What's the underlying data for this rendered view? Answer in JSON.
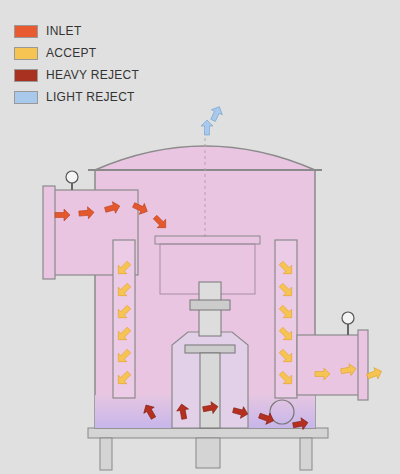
{
  "diagram": {
    "legend": [
      {
        "text": "INLET",
        "color": "#e85a30"
      },
      {
        "text": "ACCEPT",
        "color": "#f5c452"
      },
      {
        "text": "HEAVY REJECT",
        "color": "#a8321f"
      },
      {
        "text": "LIGHT REJECT",
        "color": "#a9c9ec"
      }
    ]
  }
}
